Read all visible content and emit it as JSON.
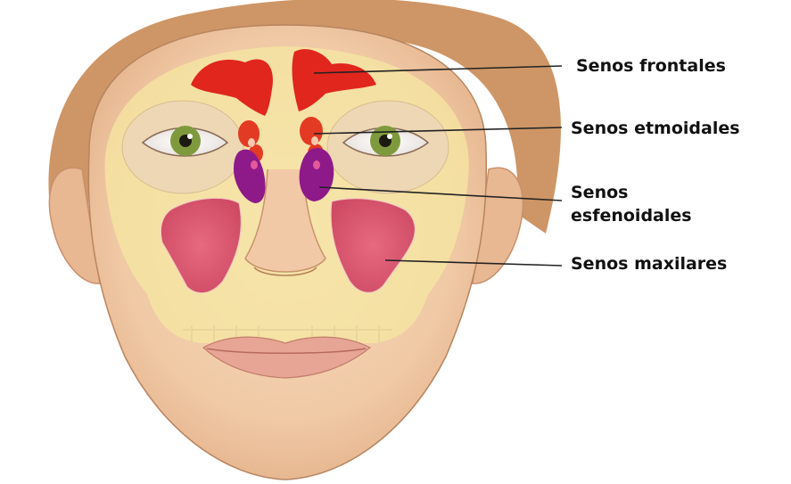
{
  "labels": {
    "frontal": "Senos frontales",
    "ethmoid": "Senos etmoidales",
    "sphenoid_line1": "Senos",
    "sphenoid_line2": "esfenoidales",
    "maxillary": "Senos maxilares"
  },
  "colors": {
    "skin": "#f2cfae",
    "skull": "#f3e3a0",
    "hair": "#c88a52",
    "frontal_sinus": "#e0261d",
    "ethmoid_sinus": "#e33a24",
    "sphenoid_sinus": "#8e1a8a",
    "maxillary_sinus": "#d9576f",
    "iris": "#7f9a3d",
    "lips": "#e7a595"
  }
}
